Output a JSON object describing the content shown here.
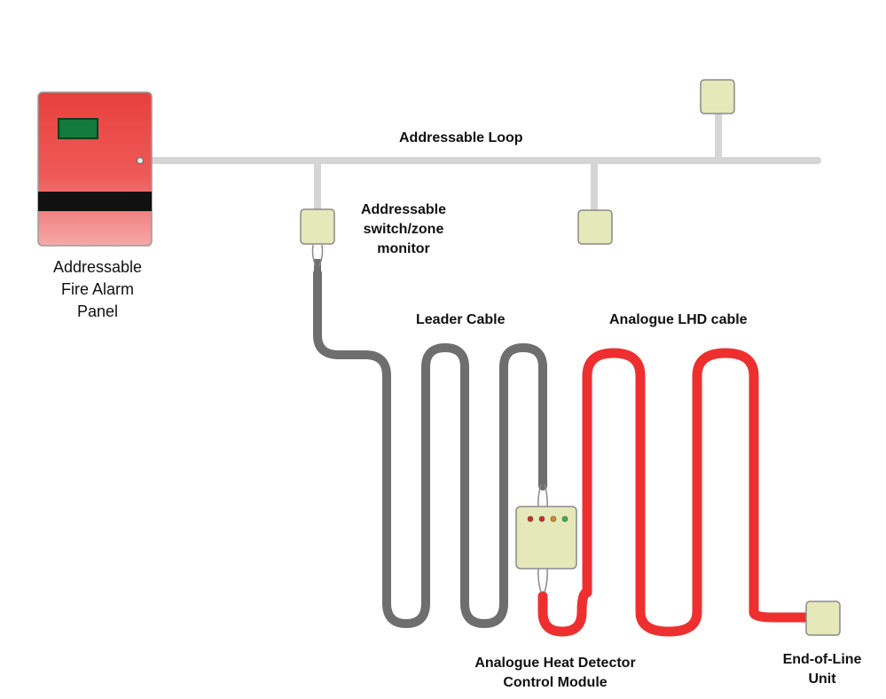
{
  "labels": {
    "loop": "Addressable Loop",
    "panel": [
      "Addressable",
      "Fire Alarm",
      "Panel"
    ],
    "switch_monitor": [
      "Addressable",
      "switch/zone",
      "monitor"
    ],
    "leader_cable": "Leader Cable",
    "lhd_cable": "Analogue LHD cable",
    "control_module": [
      "Analogue Heat Detector",
      "Control Module"
    ],
    "eol_unit": [
      "End-of-Line",
      "Unit"
    ]
  },
  "colors": {
    "loop": "#d5d5d5",
    "leader_cable": "#6e6e6e",
    "lhd_cable": "#ee2f2f",
    "device_fill": "#e5e8b8",
    "device_stroke": "#8a8a8a",
    "panel_top": "#e8403e",
    "panel_bottom": "#f5a9a8",
    "panel_display": "#137a3e",
    "panel_band": "#111111"
  },
  "module_leds": [
    "#d42a2a",
    "#d42a2a",
    "#e08a1e",
    "#39b24a"
  ]
}
